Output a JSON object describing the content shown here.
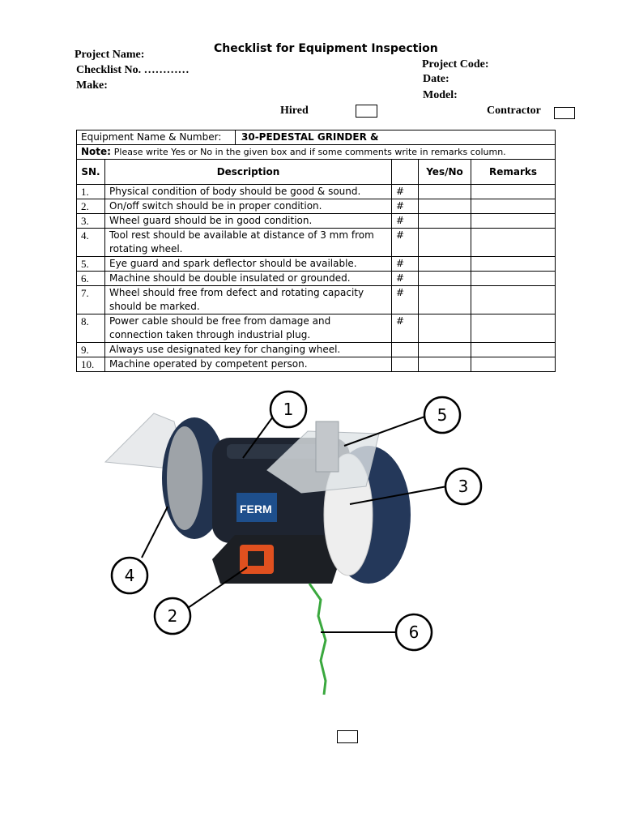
{
  "header": {
    "title": "Checklist for Equipment Inspection",
    "project_name": "Project Name:",
    "checklist_no": "Checklist No. …………",
    "make": "Make:",
    "project_code": "Project Code:",
    "date": "Date:",
    "model": "Model:",
    "hired": "Hired",
    "contractor": "Contractor"
  },
  "equipment": {
    "label": "Equipment Name & Number:",
    "value": "30-PEDESTAL GRINDER &"
  },
  "note": {
    "label": "Note:",
    "text": "Please write Yes or No in the given box and if some comments write in remarks column."
  },
  "columns": {
    "sn": "SN.",
    "description": "Description",
    "yes_no": "Yes/No",
    "remarks": "Remarks"
  },
  "items": [
    {
      "sn": "1.",
      "desc": "Physical condition of body should be good & sound.",
      "mark": "#"
    },
    {
      "sn": "2.",
      "desc": "On/off switch should be in proper condition.",
      "mark": "#"
    },
    {
      "sn": "3.",
      "desc": "Wheel guard should be in good condition.",
      "mark": "#"
    },
    {
      "sn": "4.",
      "desc": "Tool rest should be available at distance of 3 mm from rotating wheel.",
      "mark": "#"
    },
    {
      "sn": "5.",
      "desc": "Eye guard and spark deflector should be available.",
      "mark": "#"
    },
    {
      "sn": "6.",
      "desc": "Machine should be double insulated or grounded.",
      "mark": "#"
    },
    {
      "sn": "7.",
      "desc": "Wheel should free from defect and rotating capacity should be marked.",
      "mark": "#"
    },
    {
      "sn": "8.",
      "desc": "Power cable should be free from damage and connection taken through industrial plug.",
      "mark": "#"
    },
    {
      "sn": "9.",
      "desc": "Always use designated key for changing wheel.",
      "mark": ""
    },
    {
      "sn": "10.",
      "desc": "Machine operated by competent person.",
      "mark": ""
    }
  ],
  "figure": {
    "brand": "FERM",
    "callouts": [
      "1",
      "2",
      "3",
      "4",
      "5",
      "6"
    ]
  }
}
